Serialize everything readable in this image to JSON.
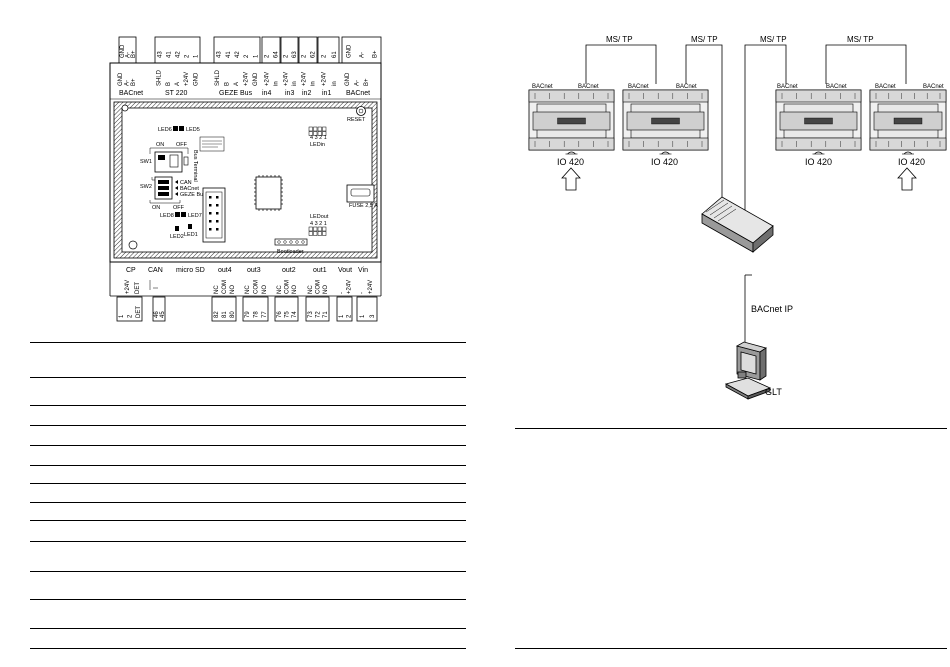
{
  "board": {
    "top_terminals": [
      {
        "id": "t-gnd-ab-top",
        "pins": [
          "GND",
          "A-",
          "B+"
        ]
      },
      {
        "id": "t-st220-top",
        "pins": [
          "43",
          "41",
          "42",
          "2",
          "1"
        ]
      },
      {
        "id": "t-geze-top",
        "pins": [
          "43",
          "41",
          "42",
          "2",
          "1"
        ]
      },
      {
        "id": "t-64",
        "pins": [
          "2",
          "64"
        ]
      },
      {
        "id": "t-63",
        "pins": [
          "2",
          "63"
        ]
      },
      {
        "id": "t-62",
        "pins": [
          "2",
          "62"
        ]
      },
      {
        "id": "t-61",
        "pins": [
          "2",
          "61"
        ]
      },
      {
        "id": "t-bacnet-top",
        "pins": [
          "GND",
          "A-",
          "B+"
        ]
      }
    ],
    "inner_top_pins": [
      [
        "GND",
        "A-",
        "B+"
      ],
      [
        "SHLD",
        "B",
        "A",
        "+24V",
        "GND"
      ],
      [
        "SHLD",
        "B",
        "A",
        "+24V",
        "GND"
      ],
      [
        "+24V",
        "in"
      ],
      [
        "+24V",
        "in"
      ],
      [
        "+24V",
        "in"
      ],
      [
        "+24V",
        "in"
      ],
      [
        "GND",
        "A-",
        "B+"
      ]
    ],
    "group_labels_top": [
      "BACnet",
      "ST 220",
      "GEZE Bus",
      "in4",
      "in3",
      "in2",
      "in1",
      "BACnet"
    ],
    "reset": "RESET",
    "led_in": "LEDin",
    "led_in_nums": "4 3 2 1",
    "led_out": "LEDout",
    "led_out_nums": "4 3 2 1",
    "led6": "LED6",
    "led5": "LED5",
    "led8": "LED8",
    "led7": "LED7",
    "led2": "LED2",
    "led1": "LED1",
    "sw1": "SW1",
    "sw2": "SW2",
    "on": "ON",
    "off": "OFF",
    "sw2_opts": [
      "CAN",
      "BACnet",
      "GEZE Bus"
    ],
    "bus_term": "Bus Terminal",
    "fuse": "FUSE 2,5 A",
    "bootloader": "Bootloader",
    "group_labels_bottom": [
      "CP",
      "CAN",
      "micro SD",
      "out4",
      "out3",
      "out2",
      "out1",
      "Vout",
      "Vin"
    ],
    "inner_bottom_pins": [
      [
        "+24V",
        "DET"
      ],
      [
        "NC",
        "COM",
        "NO"
      ],
      [
        "NC",
        "COM",
        "NO"
      ],
      [
        "NC",
        "COM",
        "NO"
      ],
      [
        "NC",
        "COM",
        "NO"
      ],
      [
        "-",
        "+24V"
      ],
      [
        "-",
        "+24V"
      ]
    ],
    "bottom_terminals": [
      [
        "1",
        "2",
        "DET"
      ],
      [
        "46",
        "45"
      ],
      [
        "82",
        "81",
        "80"
      ],
      [
        "79",
        "78",
        "77"
      ],
      [
        "76",
        "75",
        "74"
      ],
      [
        "73",
        "72",
        "71"
      ],
      [
        "1",
        "2"
      ],
      [
        "1",
        "3"
      ]
    ]
  },
  "network": {
    "ms_tp": [
      "MS/ TP",
      "MS/ TP",
      "MS/ TP",
      "MS/ TP"
    ],
    "bacnet": [
      "BACnet",
      "BACnet",
      "BACnet",
      "BACnet",
      "BACnet",
      "BACnet",
      "BACnet",
      "BACnet"
    ],
    "io_labels": [
      "IO 420",
      "IO 420",
      "IO 420",
      "IO 420"
    ],
    "bacnet_ip": "BACnet IP",
    "glt": "GLT"
  }
}
